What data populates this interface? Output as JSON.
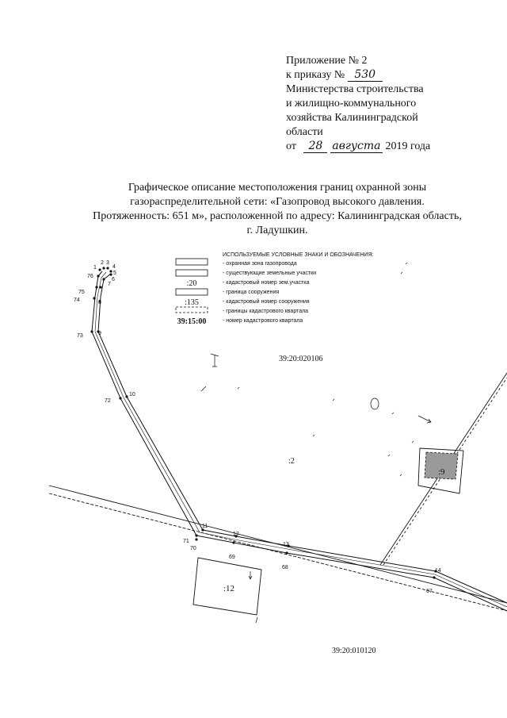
{
  "header": {
    "line1": "Приложение № 2",
    "line2_prefix": "к приказу №",
    "order_number": "530",
    "line3": "Министерства строительства",
    "line4": "и жилищно-коммунального",
    "line5": "хозяйства Калининградской",
    "line6": "области",
    "date_prefix": "от",
    "date_day": "28",
    "date_month": "августа",
    "date_suffix": "2019 года"
  },
  "title": {
    "line1": "Графическое описание местоположения границ охранной зоны",
    "line2": "газораспределительной сети: «Газопровод высокого давления.",
    "line3": "Протяженность: 651 м», расположенной по адресу: Калининградская область,",
    "line4": "г. Ладушкин."
  },
  "legend": {
    "heading": "ИСПОЛЬЗУЕМЫЕ УСЛОВНЫЕ ЗНАКИ И ОБОЗНАЧЕНИЯ:",
    "items": [
      {
        "symbol": "",
        "text": "- охранная зона газопровода"
      },
      {
        "symbol": "",
        "text": "- существующие земельные участки"
      },
      {
        "symbol": ":20",
        "text": "- кадастровый номер зем.участка"
      },
      {
        "symbol": "",
        "text": "- граница сооружения"
      },
      {
        "symbol": ":135",
        "text": "- кадастровый номер сооружения"
      },
      {
        "symbol": "",
        "text": "- границы кадастрового квартала"
      },
      {
        "symbol": "39:15:00",
        "text": "- номер кадастрового квартала"
      }
    ]
  },
  "map": {
    "quarter_top": "39:20:020106",
    "quarter_bottom": "39:20:010120",
    "parcel_2": ":2",
    "parcel_9": ":9",
    "parcel_12": ":12",
    "points": [
      {
        "id": "p1",
        "label": "1"
      },
      {
        "id": "p2",
        "label": "2"
      },
      {
        "id": "p3",
        "label": "3"
      },
      {
        "id": "p4",
        "label": "4"
      },
      {
        "id": "p5",
        "label": "5"
      },
      {
        "id": "p6",
        "label": "6"
      },
      {
        "id": "p7",
        "label": "7"
      },
      {
        "id": "p8",
        "label": "8"
      },
      {
        "id": "p9",
        "label": "9"
      },
      {
        "id": "p10",
        "label": "10"
      },
      {
        "id": "p11",
        "label": "11"
      },
      {
        "id": "p12",
        "label": "12"
      },
      {
        "id": "p13",
        "label": "13"
      },
      {
        "id": "p14",
        "label": "14"
      },
      {
        "id": "p67",
        "label": "67"
      },
      {
        "id": "p68",
        "label": "68"
      },
      {
        "id": "p69",
        "label": "69"
      },
      {
        "id": "p70",
        "label": "70"
      },
      {
        "id": "p71",
        "label": "71"
      },
      {
        "id": "p72",
        "label": "72"
      },
      {
        "id": "p73",
        "label": "73"
      },
      {
        "id": "p74",
        "label": "74"
      },
      {
        "id": "p75",
        "label": "75"
      },
      {
        "id": "p76",
        "label": "76"
      }
    ],
    "colors": {
      "line": "#111111",
      "parcel_fill": "#9a9a9a"
    }
  }
}
